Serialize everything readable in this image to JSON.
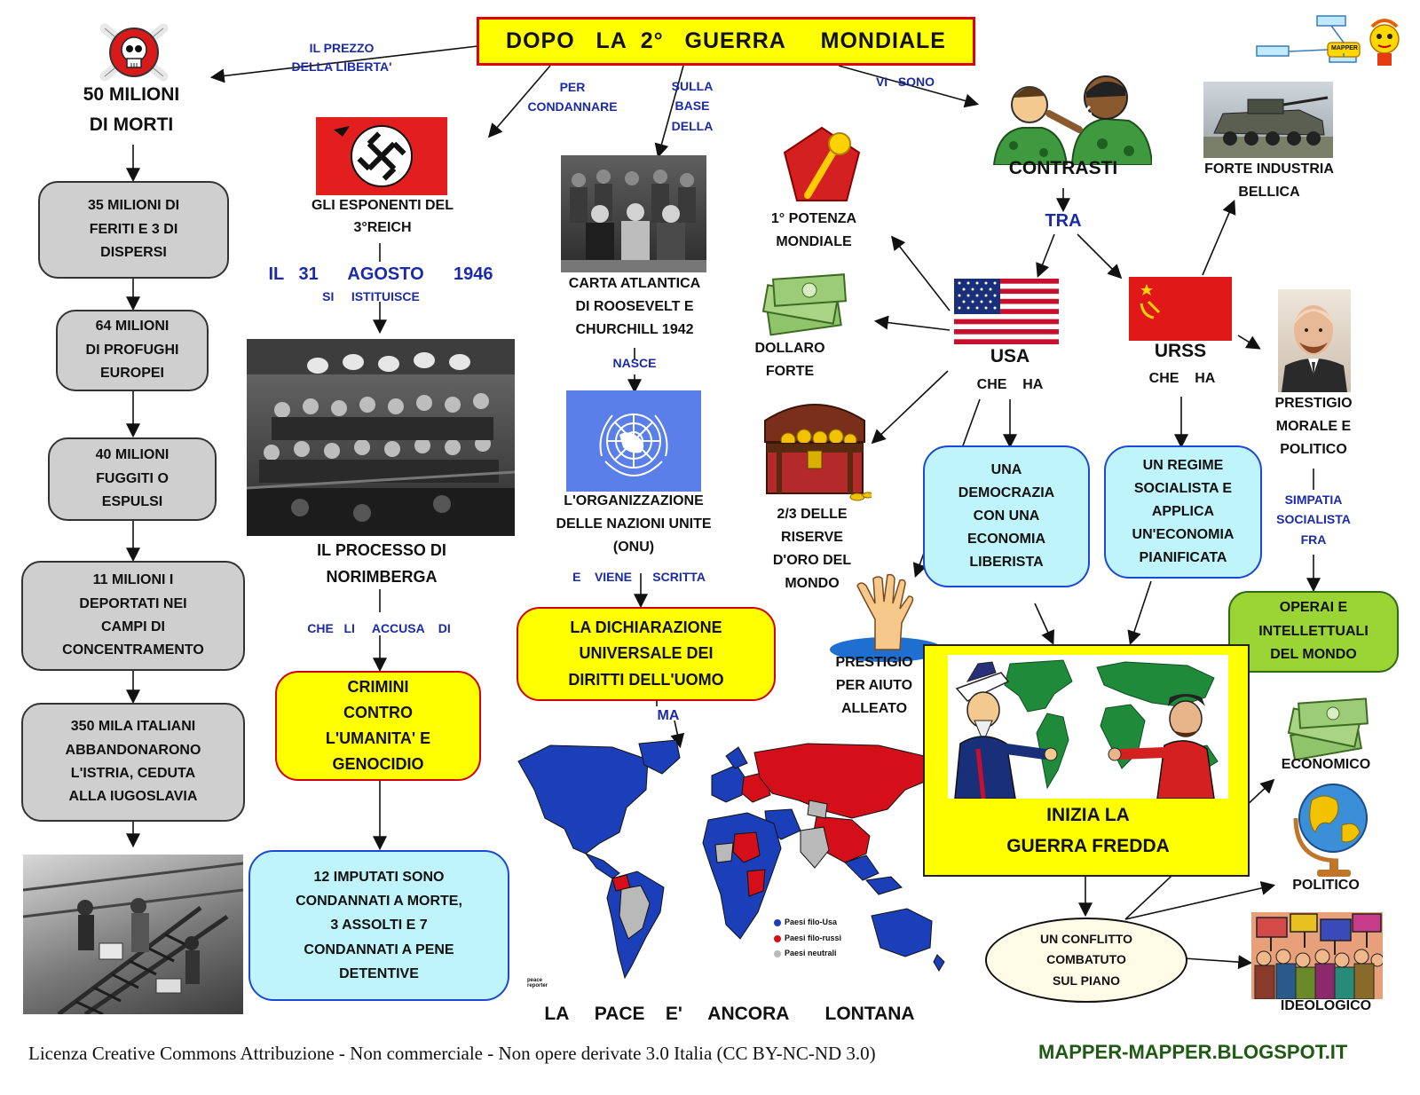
{
  "title": "DOPO   LA  2°   GUERRA     MONDIALE",
  "footer": {
    "license": "Licenza Creative Commons Attribuzione - Non commerciale - Non opere derivate 3.0 Italia (CC BY-NC-ND 3.0)",
    "site": "MAPPER-MAPPER.BLOGSPOT.IT"
  },
  "logo_text": "MAPPER",
  "left": {
    "edge_label": "IL    PREZZO\nDELLA    LIBERTA'",
    "deaths": "50    MILIONI\nDI    MORTI",
    "wounded": "35   MILIONI   DI\nFERITI   E  3  DI\nDISPERSI",
    "refugees": "64    MILIONI\nDI    PROFUGHI\nEUROPEI",
    "fled": "40    MILIONI\nFUGGITI    O\nESPULSI",
    "deported": "11    MILIONI    I\nDEPORTATI     NEI\nCAMPI    DI\nCONCENTRAMENTO",
    "italians": "350    MILA      ITALIANI\nABBANDONARONO\nL'ISTRIA,       CEDUTA\nALLA       IUGOSLAVIA"
  },
  "reich": {
    "edge_label": "PER\nCONDANNARE",
    "caption": "GLI      ESPONENTI      DEL\n3°REICH",
    "date": "IL   31      AGOSTO      1946",
    "institutes": "SI     ISTITUISCE",
    "trial": "IL      PROCESSO      DI\nNORIMBERGA",
    "accuses": "CHE   LI     ACCUSA    DI",
    "crimes": "CRIMINI\nCONTRO\nL'UMANITA'     E\nGENOCIDIO",
    "verdict": "12    IMPUTATI      SONO\nCONDANNATI     A    MORTE,\n3    ASSOLTI    E  7\nCONDANNATI     A    PENE\nDETENTIVE"
  },
  "un": {
    "edge_label": "SULLA\nBASE\nDELLA",
    "charter": "CARTA       ATLANTICA\nDI     ROOSEVELT     E\nCHURCHILL      1942",
    "born": "NASCE",
    "org": "L'ORGANIZZAZIONE\nDELLE      NAZIONI     UNITE\n(ONU)",
    "written": "E    VIENE      SCRITTA",
    "declaration": "LA       DICHIARAZIONE\nUNIVERSALE      DEI\nDIRITTI       DELL'UOMO",
    "but": "MA",
    "peace": "LA     PACE    E'     ANCORA       LONTANA",
    "map_legend": [
      "Paesi filo-Usa",
      "Paesi filo-russi",
      "Paesi neutrali"
    ],
    "map_credit": "peace reporter"
  },
  "contrasts": {
    "edge_label": "VI   SONO",
    "label": "CONTRASTI",
    "between": "TRA",
    "usa": "USA",
    "urss": "URSS",
    "usa_has": "CHE    HA",
    "urss_has": "CHE    HA",
    "power": "1°     POTENZA\nMONDIALE",
    "dollar": "DOLLARO\nFORTE",
    "gold": "2/3     DELLE\nRISERVE\nD'ORO     DEL\nMONDO",
    "prestige_aid": "PRESTIGIO\nPER     AIUTO\nALLEATO",
    "democracy": "UNA\nDEMOCRAZIA\nCON     UNA\nECONOMIA\nLIBERISTA",
    "regime": "UN     REGIME\nSOCIALISTA     E\nAPPLICA\nUN'ECONOMIA\nPIANIFICATA",
    "industry": "FORTE       INDUSTRIA\nBELLICA",
    "prestige_moral": "PRESTIGIO\nMORALE     E\nPOLITICO",
    "sympathy": "SIMPATIA\nSOCIALISTA\nFRA",
    "workers": "OPERAI     E\nINTELLETTUALI\nDEL      MONDO",
    "cold_war": "INIZIA     LA\nGUERRA       FREDDA",
    "conflict": "UN      CONFLITTO\nCOMBATUTO\nSUL     PIANO",
    "economic": "ECONOMICO",
    "political": "POLITICO",
    "ideological": "IDEOLOGICO"
  },
  "colors": {
    "title_bg": "#ffff00",
    "title_border": "#e00000",
    "edge_label": "#1a2aa8",
    "gray_box": "#cfcfcf",
    "cyan_box": "#bff4fa",
    "green_box": "#9ad435",
    "pro_usa": "#1b3fb8",
    "pro_ussr": "#d40f1a",
    "neutral": "#b9b9b9",
    "footer_site": "#1e5a14"
  }
}
